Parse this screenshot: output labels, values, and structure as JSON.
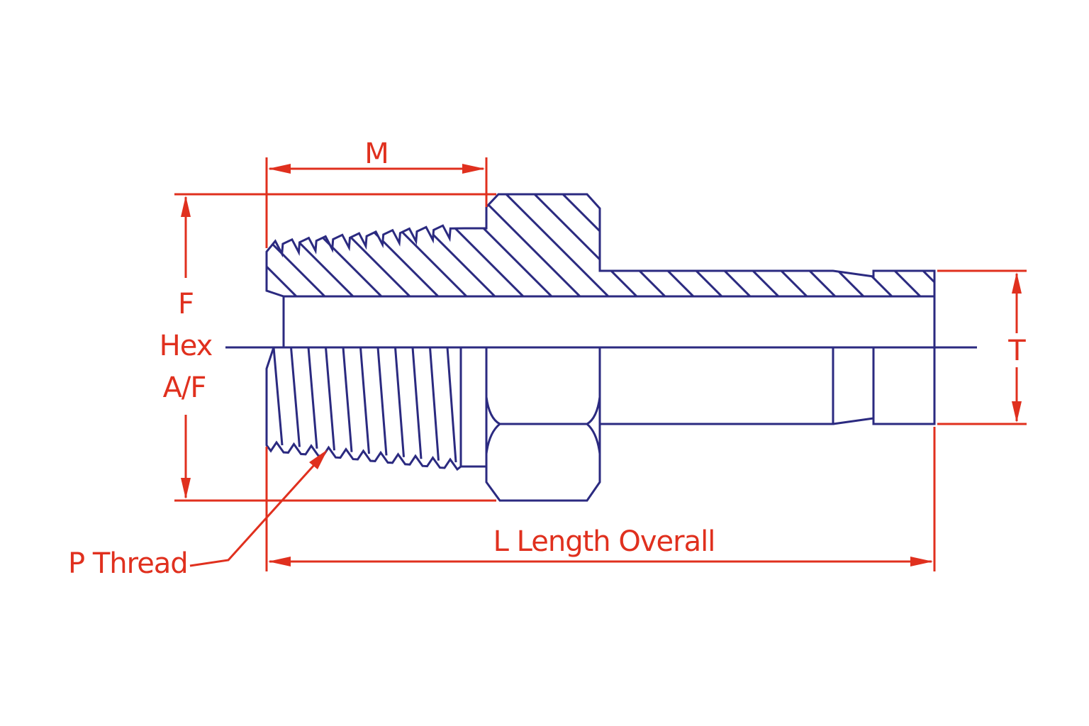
{
  "title": "Male connector dimension drawing",
  "labels": {
    "m": "M",
    "f": "F",
    "hex": "Hex",
    "af": "A/F",
    "t": "T",
    "length": "L Length Overall",
    "thread": "P Thread"
  },
  "colors": {
    "outline": "#2b2a80",
    "dimension": "#e0301e"
  }
}
